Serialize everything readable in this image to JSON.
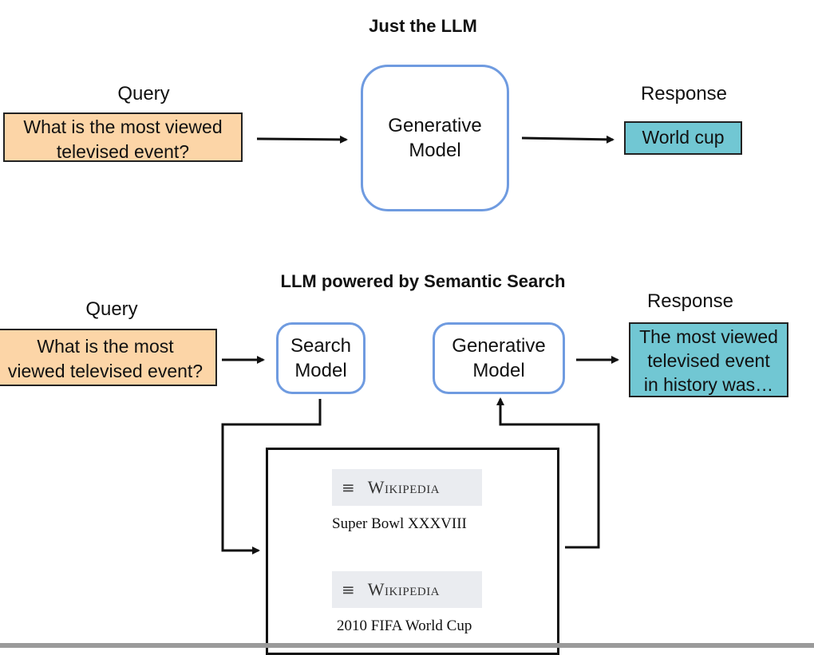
{
  "top": {
    "title": "Just the LLM",
    "query_label": "Query",
    "query_line1": "What is the most viewed",
    "query_line2": "televised event?",
    "model_line1": "Generative",
    "model_line2": "Model",
    "response_label": "Response",
    "response_text": "World cup"
  },
  "bottom": {
    "title": "LLM powered by Semantic Search",
    "query_label": "Query",
    "query_line1": "What is the most",
    "query_line2": "viewed televised event?",
    "search_line1": "Search",
    "search_line2": "Model",
    "gen_line1": "Generative",
    "gen_line2": "Model",
    "response_label": "Response",
    "response_line1": "The most viewed",
    "response_line2": "televised event",
    "response_line3": "in history was…",
    "docs": [
      {
        "header_icon": "≡",
        "header": "Wikipedia",
        "title": "Super Bowl XXXVIII"
      },
      {
        "header_icon": "≡",
        "header": "Wikipedia",
        "title": "2010 FIFA World Cup"
      }
    ]
  },
  "colors": {
    "query_fill": "#fcd5a7",
    "response_fill": "#71c7d3",
    "model_border": "#6f9be0"
  }
}
